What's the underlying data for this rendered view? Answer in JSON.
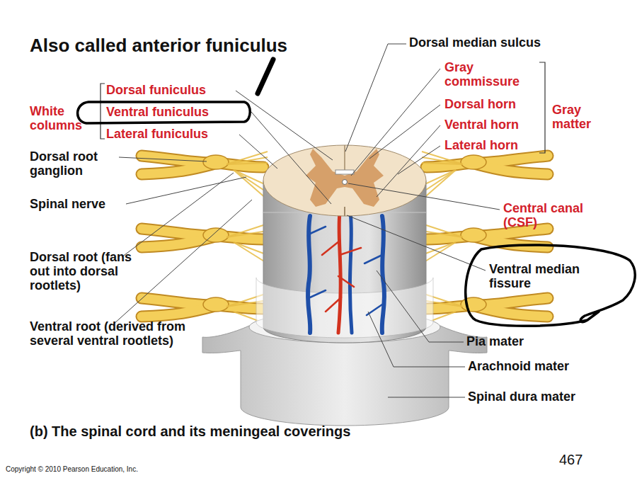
{
  "diagram": {
    "caption": "(b) The spinal cord and its meningeal coverings",
    "labels": [
      "Also called anterior funiculus",
      "Dorsal funiculus",
      "Ventral funiculus",
      "Lateral funiculus",
      "White columns",
      "Dorsal root ganglion",
      "Spinal nerve",
      "Dorsal root (fans out into dorsal rootlets)",
      "Ventral root (derived from several ventral rootlets)",
      "Dorsal median sulcus",
      "Gray commissure",
      "Dorsal horn",
      "Ventral horn",
      "Lateral horn",
      "Gray matter",
      "Central canal (CSF)",
      "Ventral median fissure",
      "Pia mater",
      "Arachnoid mater",
      "Spinal dura mater",
      "467",
      "Copyright © 2010 Pearson Education, Inc."
    ]
  }
}
